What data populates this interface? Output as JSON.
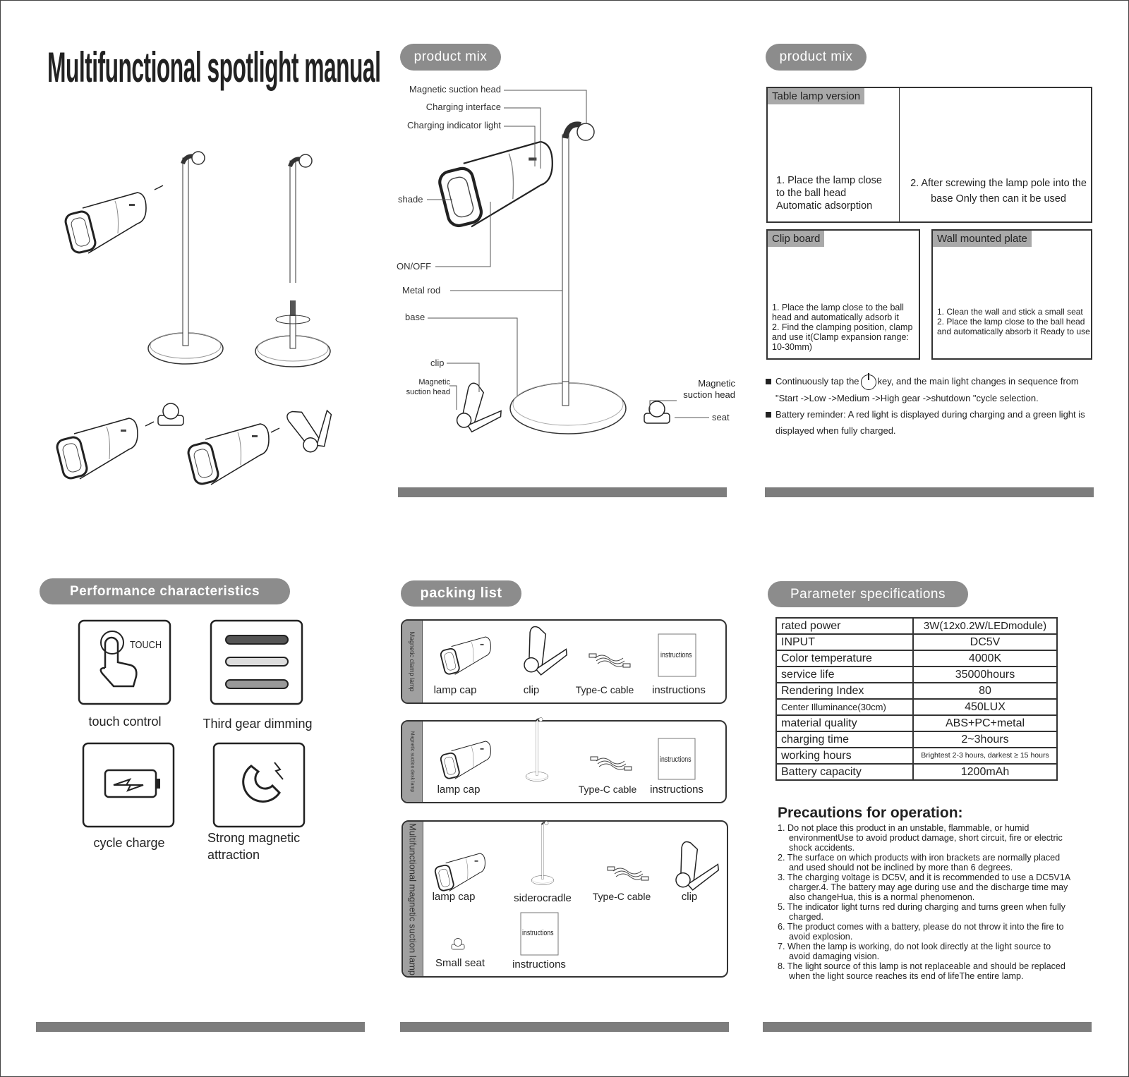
{
  "title": "Multifunctional spotlight manual",
  "product_mix": {
    "pill": "product mix",
    "labels": {
      "magnetic_suction_head": "Magnetic suction head",
      "charging_interface": "Charging interface",
      "charging_indicator_light": "Charging indicator light",
      "shade": "shade",
      "on_off": "ON/OFF",
      "metal_rod": "Metal rod",
      "base": "base",
      "clip": "clip",
      "clip_magnetic_suction_head": "Magnetic suction head",
      "seat_magnetic_suction_head": "Magnetic suction head",
      "seat": "seat"
    }
  },
  "usage": {
    "pill": "product mix",
    "table_lamp": {
      "tag": "Table lamp version",
      "step1": "1. Place the lamp close to the ball head Automatic adsorption",
      "step2": "2. After screwing the lamp pole into the base  Only then can it be used"
    },
    "clip_board": {
      "tag": "Clip board",
      "step1": "1. Place the lamp close to the ball head and automatically adsorb it",
      "step2": "2. Find the clamping position, clamp and use it(Clamp expansion range: 10-30mm)"
    },
    "wall_plate": {
      "tag": "Wall mounted plate",
      "step1": "1. Clean the wall and stick a small seat",
      "step2": "2. Place the lamp close to the ball head and automatically absorb it Ready to use"
    },
    "bullet1_a": "Continuously tap the",
    "bullet1_b": "key, and the main light changes in sequence from \"Start ->Low ->Medium ->High gear ->shutdown \"cycle selection.",
    "bullet2": "Battery reminder: A red light is displayed during charging and a green light is displayed when fully charged."
  },
  "performance": {
    "pill": "Performance characteristics",
    "touch_icon_text": "TOUCH",
    "items": [
      "touch control",
      "Third gear dimming",
      "cycle charge",
      "Strong magnetic attraction"
    ]
  },
  "packing": {
    "pill": "packing list",
    "groups": [
      {
        "side": "Magnetic clamp lamp",
        "items": [
          "lamp cap",
          "clip",
          "Type-C cable",
          "instructions"
        ]
      },
      {
        "side": "Magnetic suction desk lamp",
        "items": [
          "lamp cap",
          "Type-C cable",
          "instructions"
        ]
      },
      {
        "side": "Multifunctional magnetic suction lamp",
        "items": [
          "lamp cap",
          "siderocradle",
          "Type-C cable",
          "clip",
          "Small seat",
          "instructions"
        ]
      }
    ],
    "doc_label": "instructions"
  },
  "params": {
    "pill": "Parameter specifications",
    "rows": [
      [
        "rated power",
        "3W(12x0.2W/LEDmodule)"
      ],
      [
        "INPUT",
        "DC5V"
      ],
      [
        "Color temperature",
        "4000K"
      ],
      [
        "service life",
        "35000hours"
      ],
      [
        "Rendering Index",
        "80"
      ],
      [
        "Center Illuminance(30cm)",
        "450LUX"
      ],
      [
        "material quality",
        "ABS+PC+metal"
      ],
      [
        "charging time",
        "2~3hours"
      ],
      [
        "working hours",
        "Brightest 2-3 hours, darkest ≥ 15 hours"
      ],
      [
        "Battery capacity",
        "1200mAh"
      ]
    ]
  },
  "precautions": {
    "title": "Precautions for operation:",
    "items": [
      "1. Do not place this product in an unstable, flammable, or humid environmentUse to avoid product damage, short circuit, fire or electric shock accidents.",
      "2. The surface on which products with iron brackets are normally placed and used should not be inclined by more than 6 degrees.",
      "3. The charging voltage is DC5V, and it is recommended to use a DC5V1A charger.4. The battery may age during use and the discharge time may also changeHua, this is a normal phenomenon.",
      "5. The indicator light turns red during charging and turns green when fully charged.",
      "6. The product comes with a battery, please do not throw it into the fire to avoid explosion.",
      "7. When the lamp is working, do not look directly at the light source to avoid damaging vision.",
      "8. The light source of this lamp is not replaceable and should be replaced when the light source reaches its end of lifeThe entire lamp."
    ]
  }
}
